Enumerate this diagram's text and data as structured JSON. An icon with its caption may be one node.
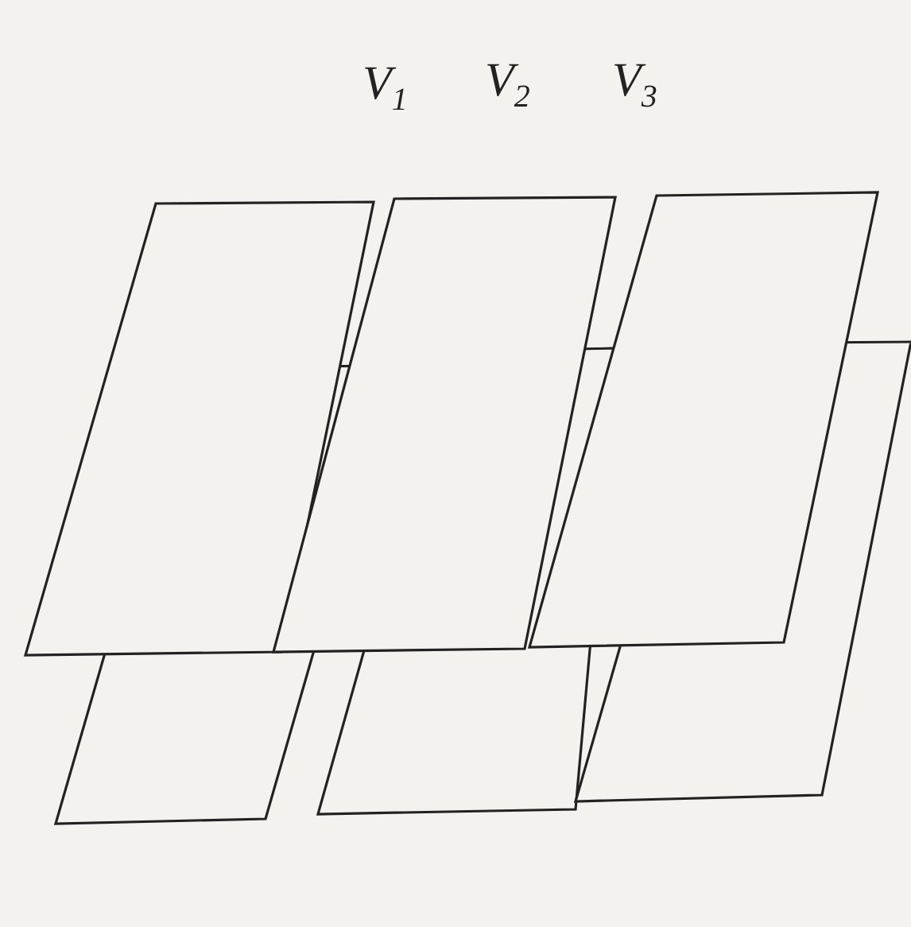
{
  "diagram": {
    "labels": [
      "V$_{1}$",
      "V$_{2}$",
      "V$_{3}$"
    ]
  }
}
